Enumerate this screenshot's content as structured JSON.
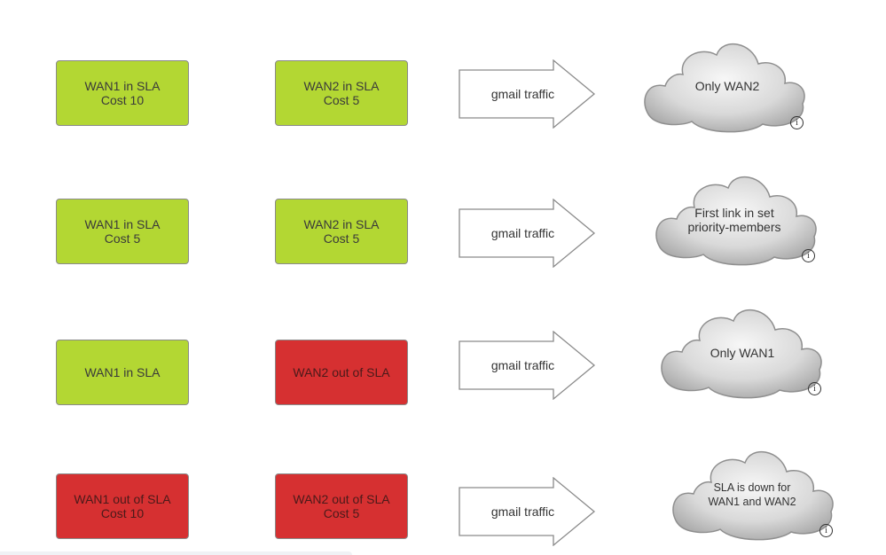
{
  "colors": {
    "in_sla": "#b3d733",
    "out_of_sla": "#d63031"
  },
  "rows": [
    {
      "wan1": {
        "lines": [
          "WAN1 in SLA",
          "Cost 10"
        ],
        "status": "in"
      },
      "wan2": {
        "lines": [
          "WAN2 in SLA",
          "Cost 5"
        ],
        "status": "in"
      },
      "arrow": "gmail traffic",
      "result": {
        "lines": [
          "Only WAN2"
        ]
      },
      "info_icon": "i"
    },
    {
      "wan1": {
        "lines": [
          "WAN1 in SLA",
          "Cost 5"
        ],
        "status": "in"
      },
      "wan2": {
        "lines": [
          "WAN2 in SLA",
          "Cost 5"
        ],
        "status": "in"
      },
      "arrow": "gmail traffic",
      "result": {
        "lines": [
          "First link in set",
          "priority-members"
        ]
      },
      "info_icon": "i"
    },
    {
      "wan1": {
        "lines": [
          "WAN1 in SLA",
          ""
        ],
        "status": "in"
      },
      "wan2": {
        "lines": [
          "WAN2 out of SLA",
          ""
        ],
        "status": "out"
      },
      "arrow": "gmail traffic",
      "result": {
        "lines": [
          "Only WAN1"
        ]
      },
      "info_icon": "i"
    },
    {
      "wan1": {
        "lines": [
          "WAN1 out of SLA",
          "Cost 10"
        ],
        "status": "out"
      },
      "wan2": {
        "lines": [
          "WAN2 out of SLA",
          "Cost 5"
        ],
        "status": "out"
      },
      "arrow": "gmail traffic",
      "result": {
        "lines": [
          "SLA is down for",
          "WAN1 and WAN2"
        ]
      },
      "info_icon": "i"
    }
  ]
}
